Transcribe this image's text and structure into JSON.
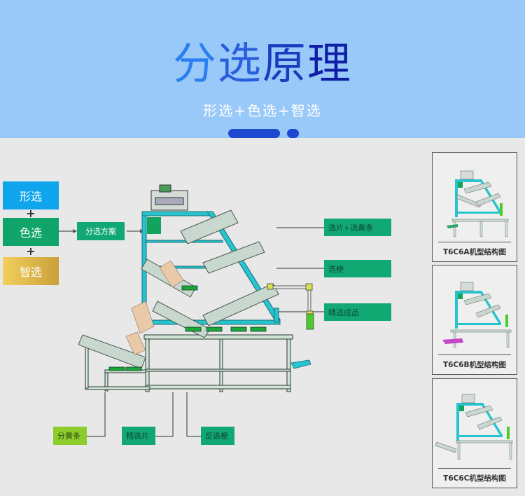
{
  "header": {
    "title_chars": [
      "分",
      "选",
      "原",
      "理"
    ],
    "subtitle": "形选+色选+智选",
    "colors": {
      "background": "#99c9f9",
      "pill": "#1f48d0"
    }
  },
  "left_panel": {
    "boxes": [
      {
        "label": "形选",
        "color": "#0ea5ec"
      },
      {
        "label": "色选",
        "color": "#10a36a"
      },
      {
        "label": "智选",
        "color": "#dcb448"
      }
    ],
    "plus_sign": "+",
    "scheme_label": "分选方案"
  },
  "callouts_right": [
    {
      "label": "选片+选黄条"
    },
    {
      "label": "选梗"
    },
    {
      "label": "精选成品"
    }
  ],
  "callouts_bottom": [
    {
      "label": "分黄条",
      "color": "#8ccc2c"
    },
    {
      "label": "精选片",
      "color": "#12a874"
    },
    {
      "label": "反选梗",
      "color": "#12a874"
    }
  ],
  "models": [
    {
      "caption": "T6C6A机型结构图"
    },
    {
      "caption": "T6C6B机型结构图"
    },
    {
      "caption": "T6C6C机型结构图"
    }
  ],
  "colors": {
    "tag_green": "#12a874",
    "frame_cyan": "#27c4cf",
    "chute_gray": "#c9d8cf"
  }
}
